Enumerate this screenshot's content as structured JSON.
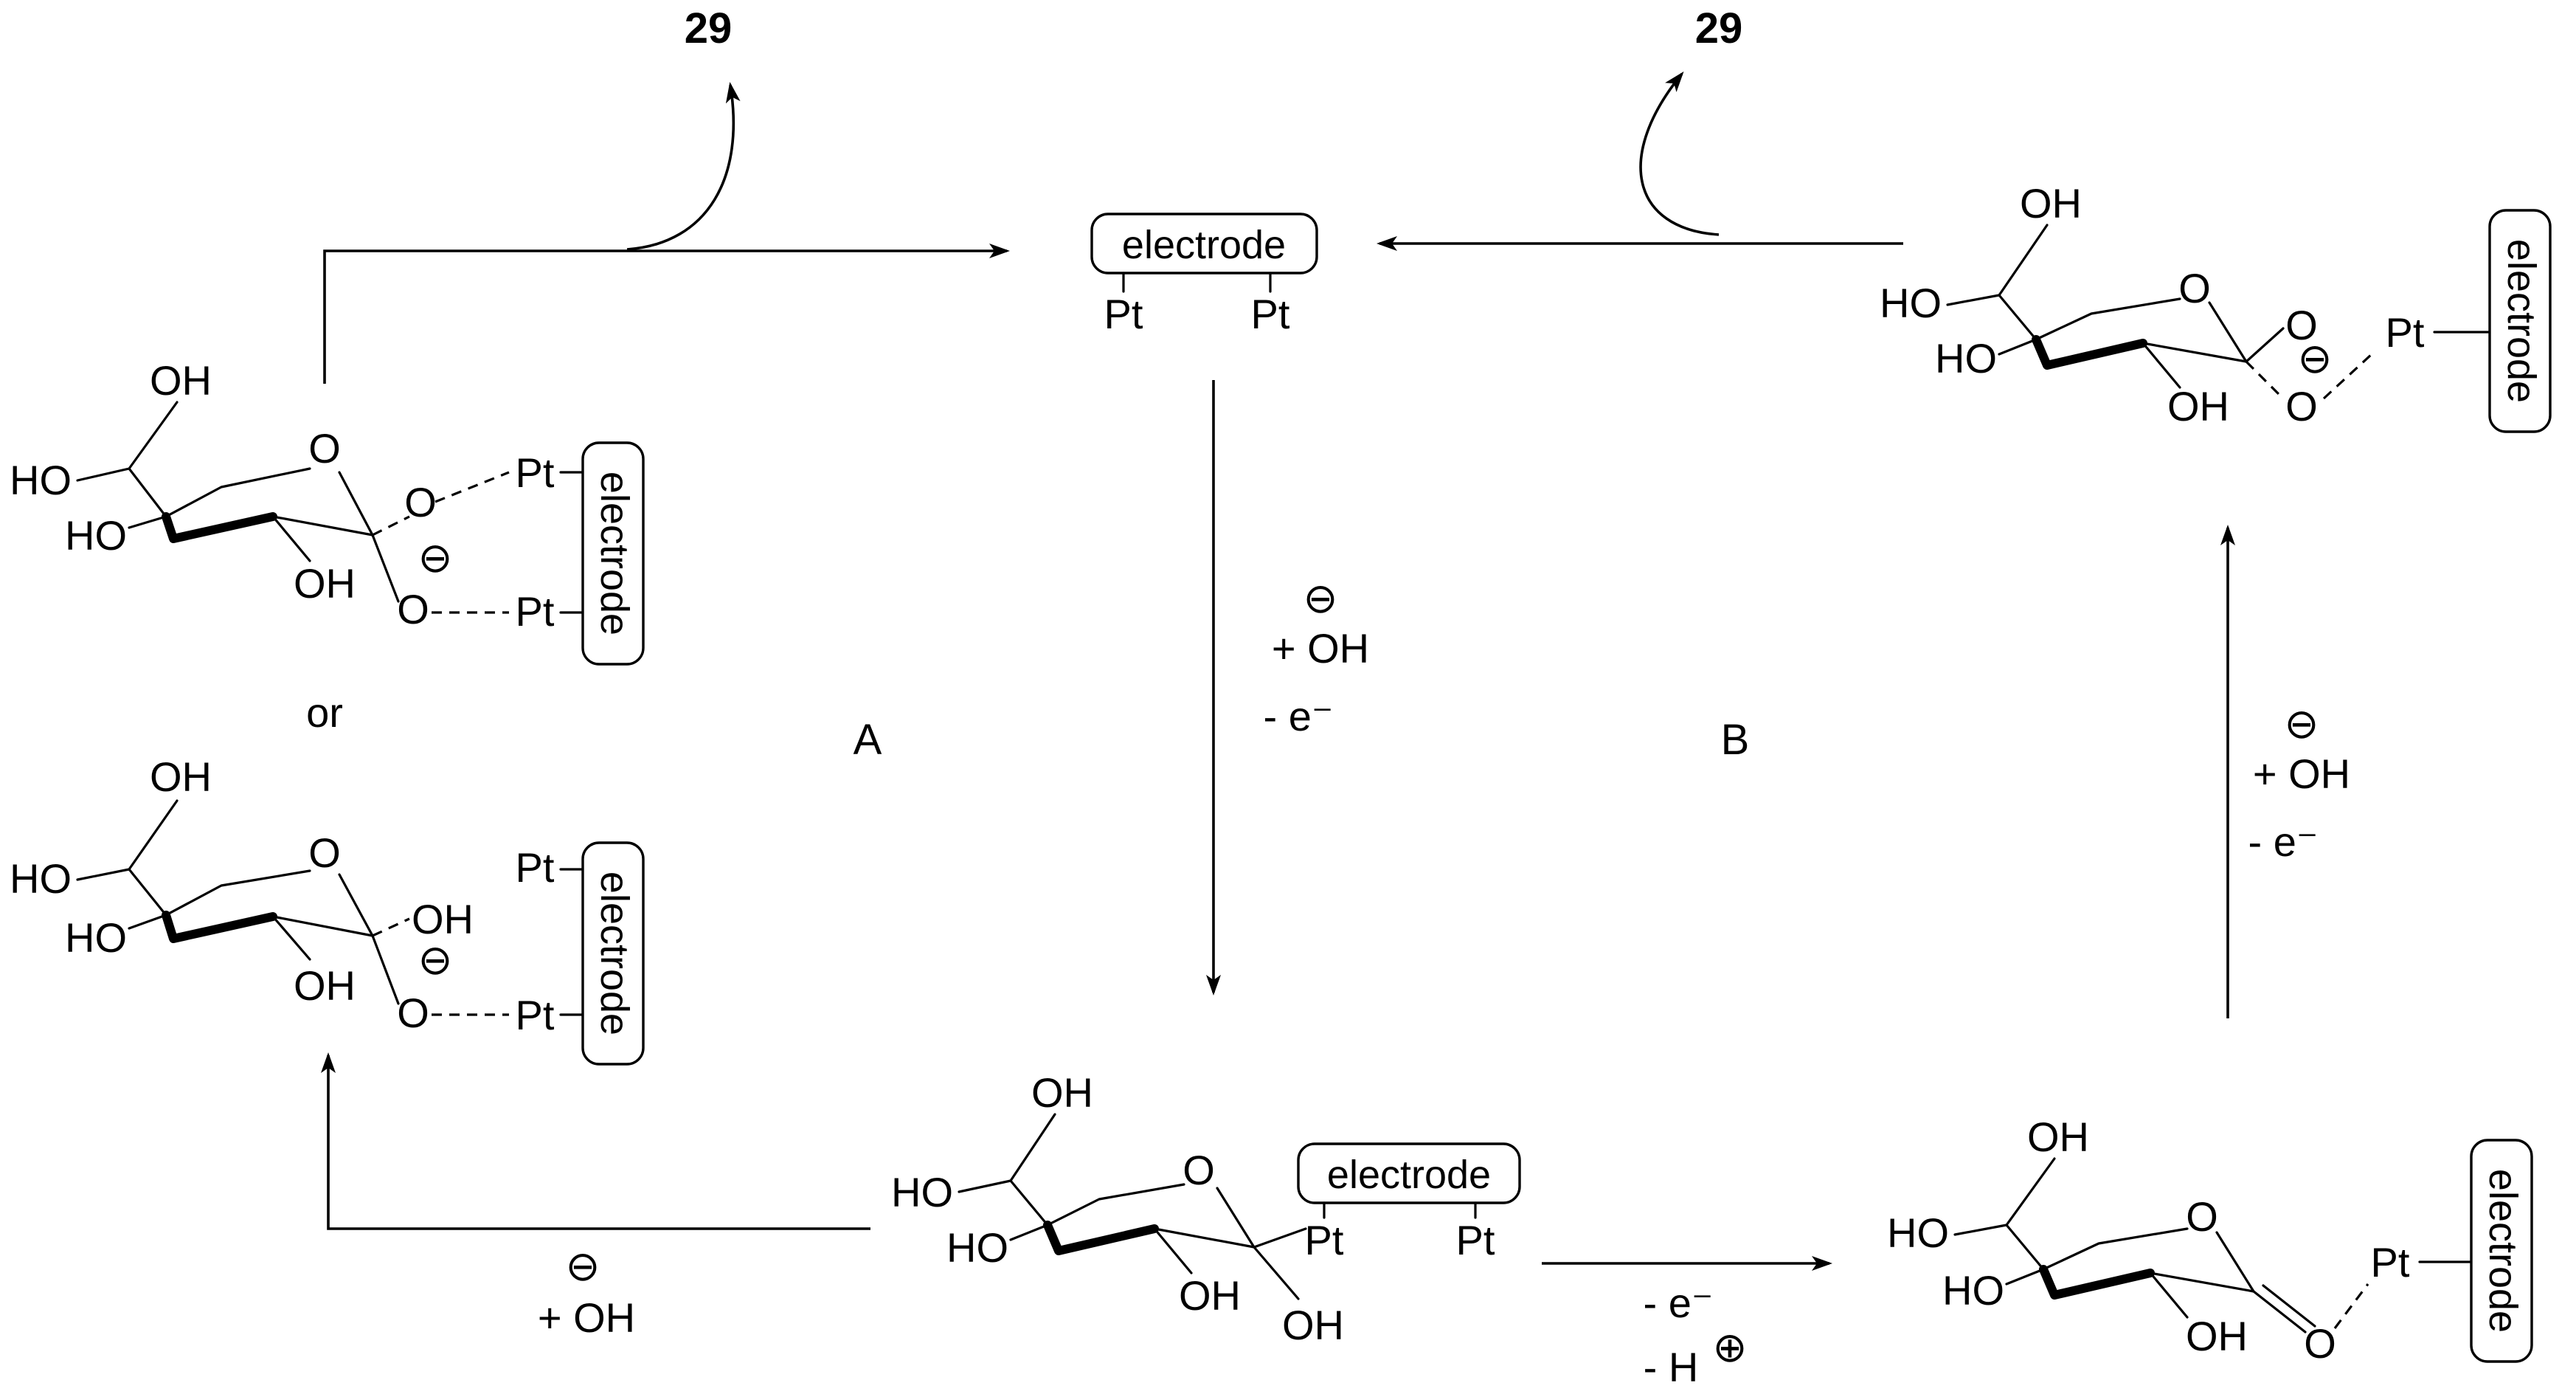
{
  "product_label": "29",
  "cycle_labels": {
    "left": "A",
    "right": "B"
  },
  "electrode_label": "electrode",
  "pt_label": "Pt",
  "oh_label": "OH",
  "ho_label": "HO",
  "o_label": "O",
  "charge_minus": "⊖",
  "charge_plus": "⊕",
  "or_label": "or",
  "conditions": {
    "down": {
      "line1": "+ OH",
      "line2": "- e⁻"
    },
    "up": {
      "line1": "+ OH",
      "line2": "- e⁻"
    },
    "left": {
      "line1": "+ OH"
    },
    "right": {
      "line1": "- e⁻",
      "line2": "- H"
    }
  }
}
